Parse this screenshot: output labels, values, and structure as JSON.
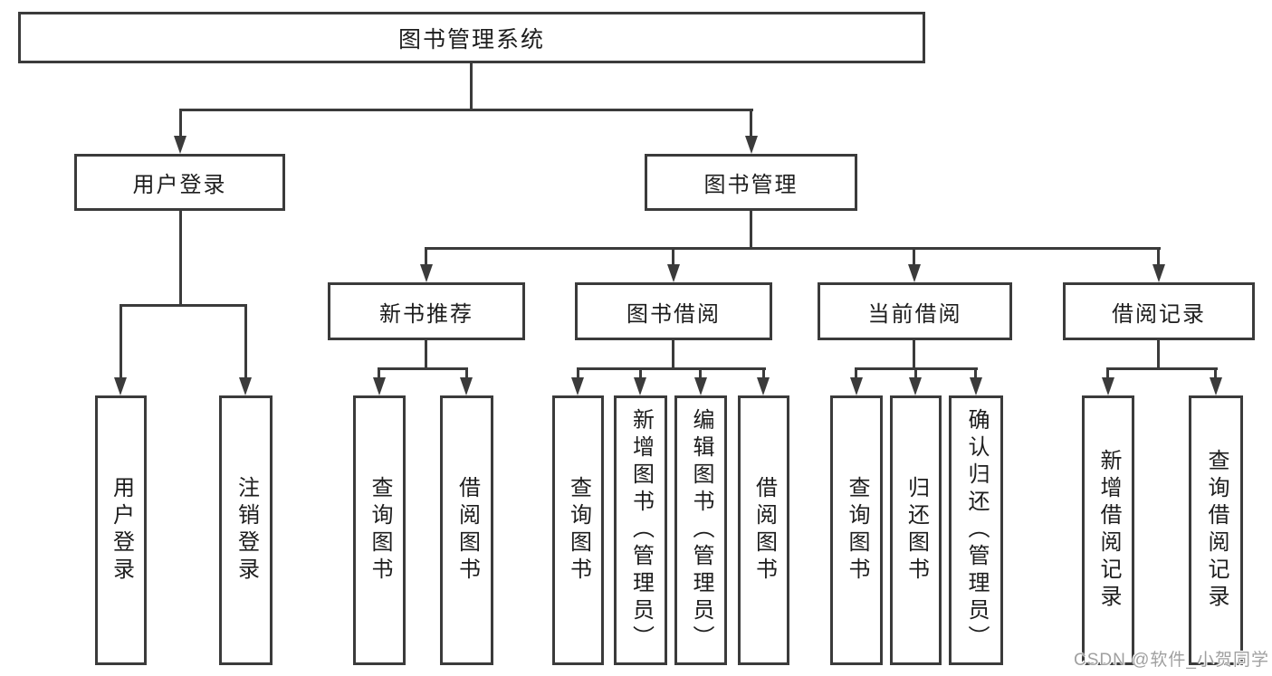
{
  "tree": {
    "label": "图书管理系统",
    "children": [
      {
        "label": "用户登录",
        "children": [
          {
            "label": "用户登录"
          },
          {
            "label": "注销登录"
          }
        ]
      },
      {
        "label": "图书管理",
        "children": [
          {
            "label": "新书推荐",
            "children": [
              {
                "label": "查询图书"
              },
              {
                "label": "借阅图书"
              }
            ]
          },
          {
            "label": "图书借阅",
            "children": [
              {
                "label": "查询图书"
              },
              {
                "label": "新增图书（管理员）"
              },
              {
                "label": "编辑图书（管理员）"
              },
              {
                "label": "借阅图书"
              }
            ]
          },
          {
            "label": "当前借阅",
            "children": [
              {
                "label": "查询图书"
              },
              {
                "label": "归还图书"
              },
              {
                "label": "确认归还（管理员）"
              }
            ]
          },
          {
            "label": "借阅记录",
            "children": [
              {
                "label": "新增借阅记录"
              },
              {
                "label": "查询借阅记录"
              }
            ]
          }
        ]
      }
    ]
  },
  "watermark": {
    "text": "CSDN @软件_小贺同学"
  },
  "colors": {
    "line": "#3b3b3b",
    "text": "#1d1d1d",
    "background": "#ffffff",
    "watermark": "#a0a0a0"
  }
}
